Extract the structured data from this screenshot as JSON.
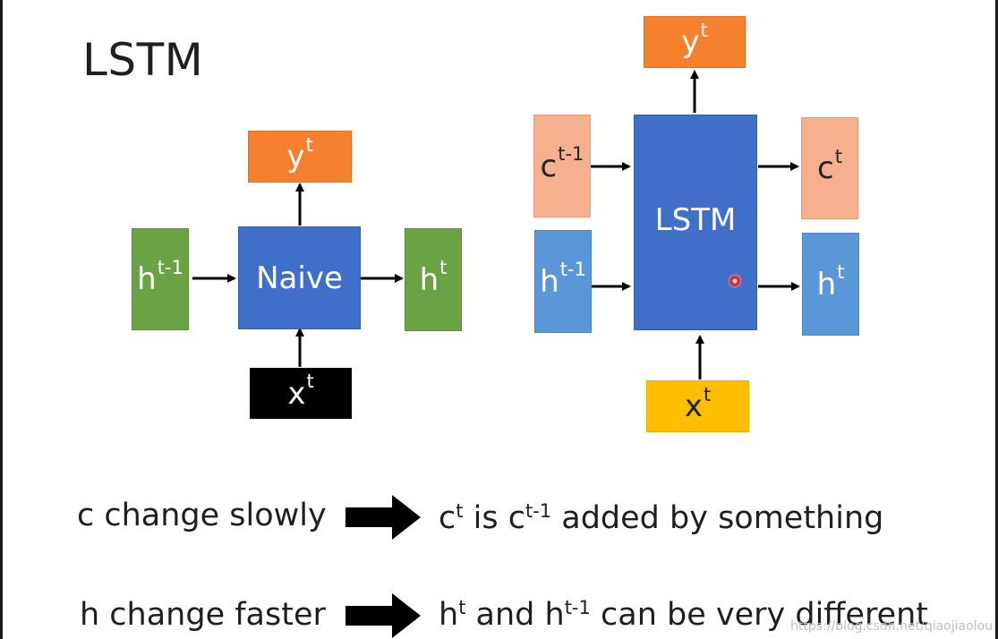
{
  "title": "LSTM",
  "left_diagram": {
    "output": {
      "base": "y",
      "sup": "t",
      "color": "#f5812e"
    },
    "input_h": {
      "base": "h",
      "sup": "t-1",
      "color": "#6aa343"
    },
    "center": {
      "label": "Naive",
      "color": "#3f6fc9"
    },
    "output_h": {
      "base": "h",
      "sup": "t",
      "color": "#6aa343"
    },
    "input_x": {
      "base": "x",
      "sup": "t",
      "color": "#000000"
    }
  },
  "right_diagram": {
    "output": {
      "base": "y",
      "sup": "t",
      "color": "#f5812e"
    },
    "input_c": {
      "base": "c",
      "sup": "t-1",
      "color": "#f7b08f"
    },
    "input_h": {
      "base": "h",
      "sup": "t-1",
      "color": "#5a97d9"
    },
    "center": {
      "label": "LSTM",
      "color": "#3f6fc9"
    },
    "output_c": {
      "base": "c",
      "sup": "t",
      "color": "#f7b08f"
    },
    "output_h": {
      "base": "h",
      "sup": "t",
      "color": "#5a97d9"
    },
    "input_x": {
      "base": "x",
      "sup": "t",
      "color": "#ffbf00"
    }
  },
  "notes": [
    {
      "left": "c change slowly",
      "right": {
        "p1": "c",
        "s1": "t",
        "p2": " is c",
        "s2": "t-1",
        "p3": " added by something"
      }
    },
    {
      "left": "h change faster",
      "right": {
        "p1": "h",
        "s1": "t",
        "p2": " and h",
        "s2": "t-1",
        "p3": " can be very different"
      }
    }
  ],
  "watermark": "https://blog.csdn.net/qiaojiaolou"
}
